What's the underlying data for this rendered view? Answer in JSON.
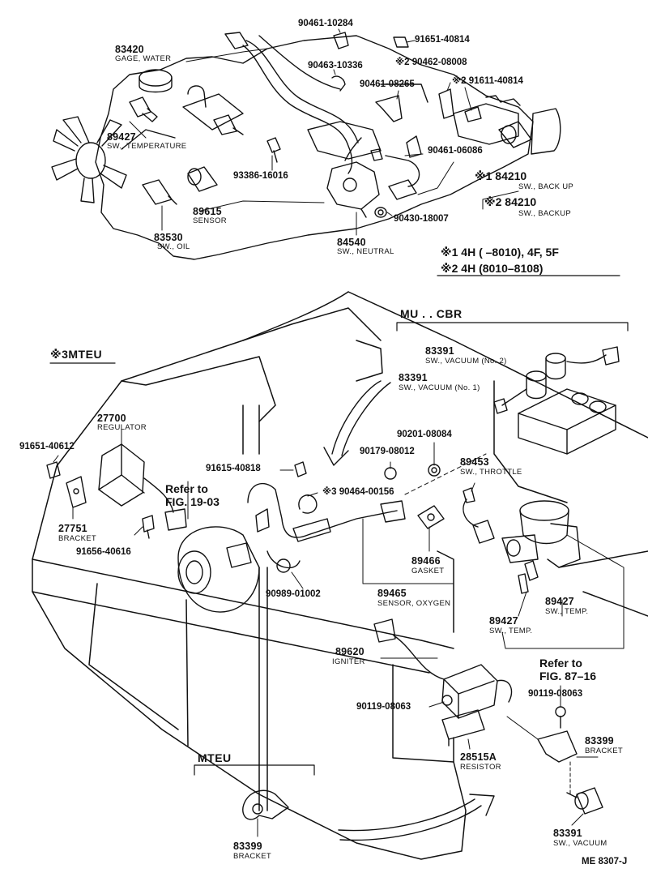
{
  "parts": {
    "p83420": {
      "num": "83420",
      "name": "GAGE, WATER"
    },
    "p89427a": {
      "num": "89427",
      "name": "SW., TEMPERATURE"
    },
    "p93386": {
      "num": "93386-16016"
    },
    "p89615": {
      "num": "89615",
      "name": "SENSOR"
    },
    "p83530": {
      "num": "83530",
      "name": "SW., OIL"
    },
    "p84540": {
      "num": "84540",
      "name": "SW., NEUTRAL"
    },
    "p90461_10284": {
      "num": "90461-10284"
    },
    "p90463": {
      "num": "90463-10336"
    },
    "p91651_40814": {
      "num": "91651-40814"
    },
    "p90462": {
      "num": "※2 90462-08008"
    },
    "p90461_08265": {
      "num": "90461-08265"
    },
    "p91611": {
      "num": "※2 91611-40814"
    },
    "p90461_06086": {
      "num": "90461-06086"
    },
    "p184210": {
      "num": "※1 84210",
      "name": "SW., BACK UP"
    },
    "p284210": {
      "num": "※2 84210",
      "name": "SW., BACKUP"
    },
    "p90430": {
      "num": "90430-18007"
    },
    "p83391_2": {
      "num": "83391",
      "name": "SW., VACUUM (No. 2)"
    },
    "p83391_1": {
      "num": "83391",
      "name": "SW., VACUUM (No. 1)"
    },
    "p27700": {
      "num": "27700",
      "name": "REGULATOR"
    },
    "p91651_40612": {
      "num": "91651-40612"
    },
    "p27751": {
      "num": "27751",
      "name": "BRACKET"
    },
    "p91656": {
      "num": "91656-40616"
    },
    "p91615": {
      "num": "91615-40818"
    },
    "p90464": {
      "num": "※3 90464-00156"
    },
    "p90179": {
      "num": "90179-08012"
    },
    "p90201": {
      "num": "90201-08084"
    },
    "p89453": {
      "num": "89453",
      "name": "SW., THROTTLE"
    },
    "p89466": {
      "num": "89466",
      "name": "GASKET"
    },
    "p89465": {
      "num": "89465",
      "name": "SENSOR, OXYGEN"
    },
    "p90989": {
      "num": "90989-01002"
    },
    "p89427b": {
      "num": "89427",
      "name": "SW., TEMP."
    },
    "p89427c": {
      "num": "89427",
      "name": "SW., TEMP."
    },
    "p89620": {
      "num": "89620",
      "name": "IGNITER"
    },
    "p90119a": {
      "num": "90119-08063"
    },
    "p90119b": {
      "num": "90119-08063"
    },
    "p28515": {
      "num": "28515A",
      "name": "RESISTOR"
    },
    "p83399a": {
      "num": "83399",
      "name": "BRACKET"
    },
    "p83399b": {
      "num": "83399",
      "name": "BRACKET"
    },
    "p83391_3": {
      "num": "83391",
      "name": "SW., VACUUM"
    }
  },
  "notes": {
    "note1": "※1 4H (      –8010), 4F, 5F",
    "note2": "※2 4H  (8010–8108)",
    "mucbr": "MU . . CBR",
    "mteu3": "※3MTEU",
    "mteu": "MTEU",
    "refer1_a": "Refer to",
    "refer1_b": "FIG. 19-03",
    "refer2_a": "Refer to",
    "refer2_b": "FIG. 87–16",
    "code": "ME  8307-J"
  }
}
